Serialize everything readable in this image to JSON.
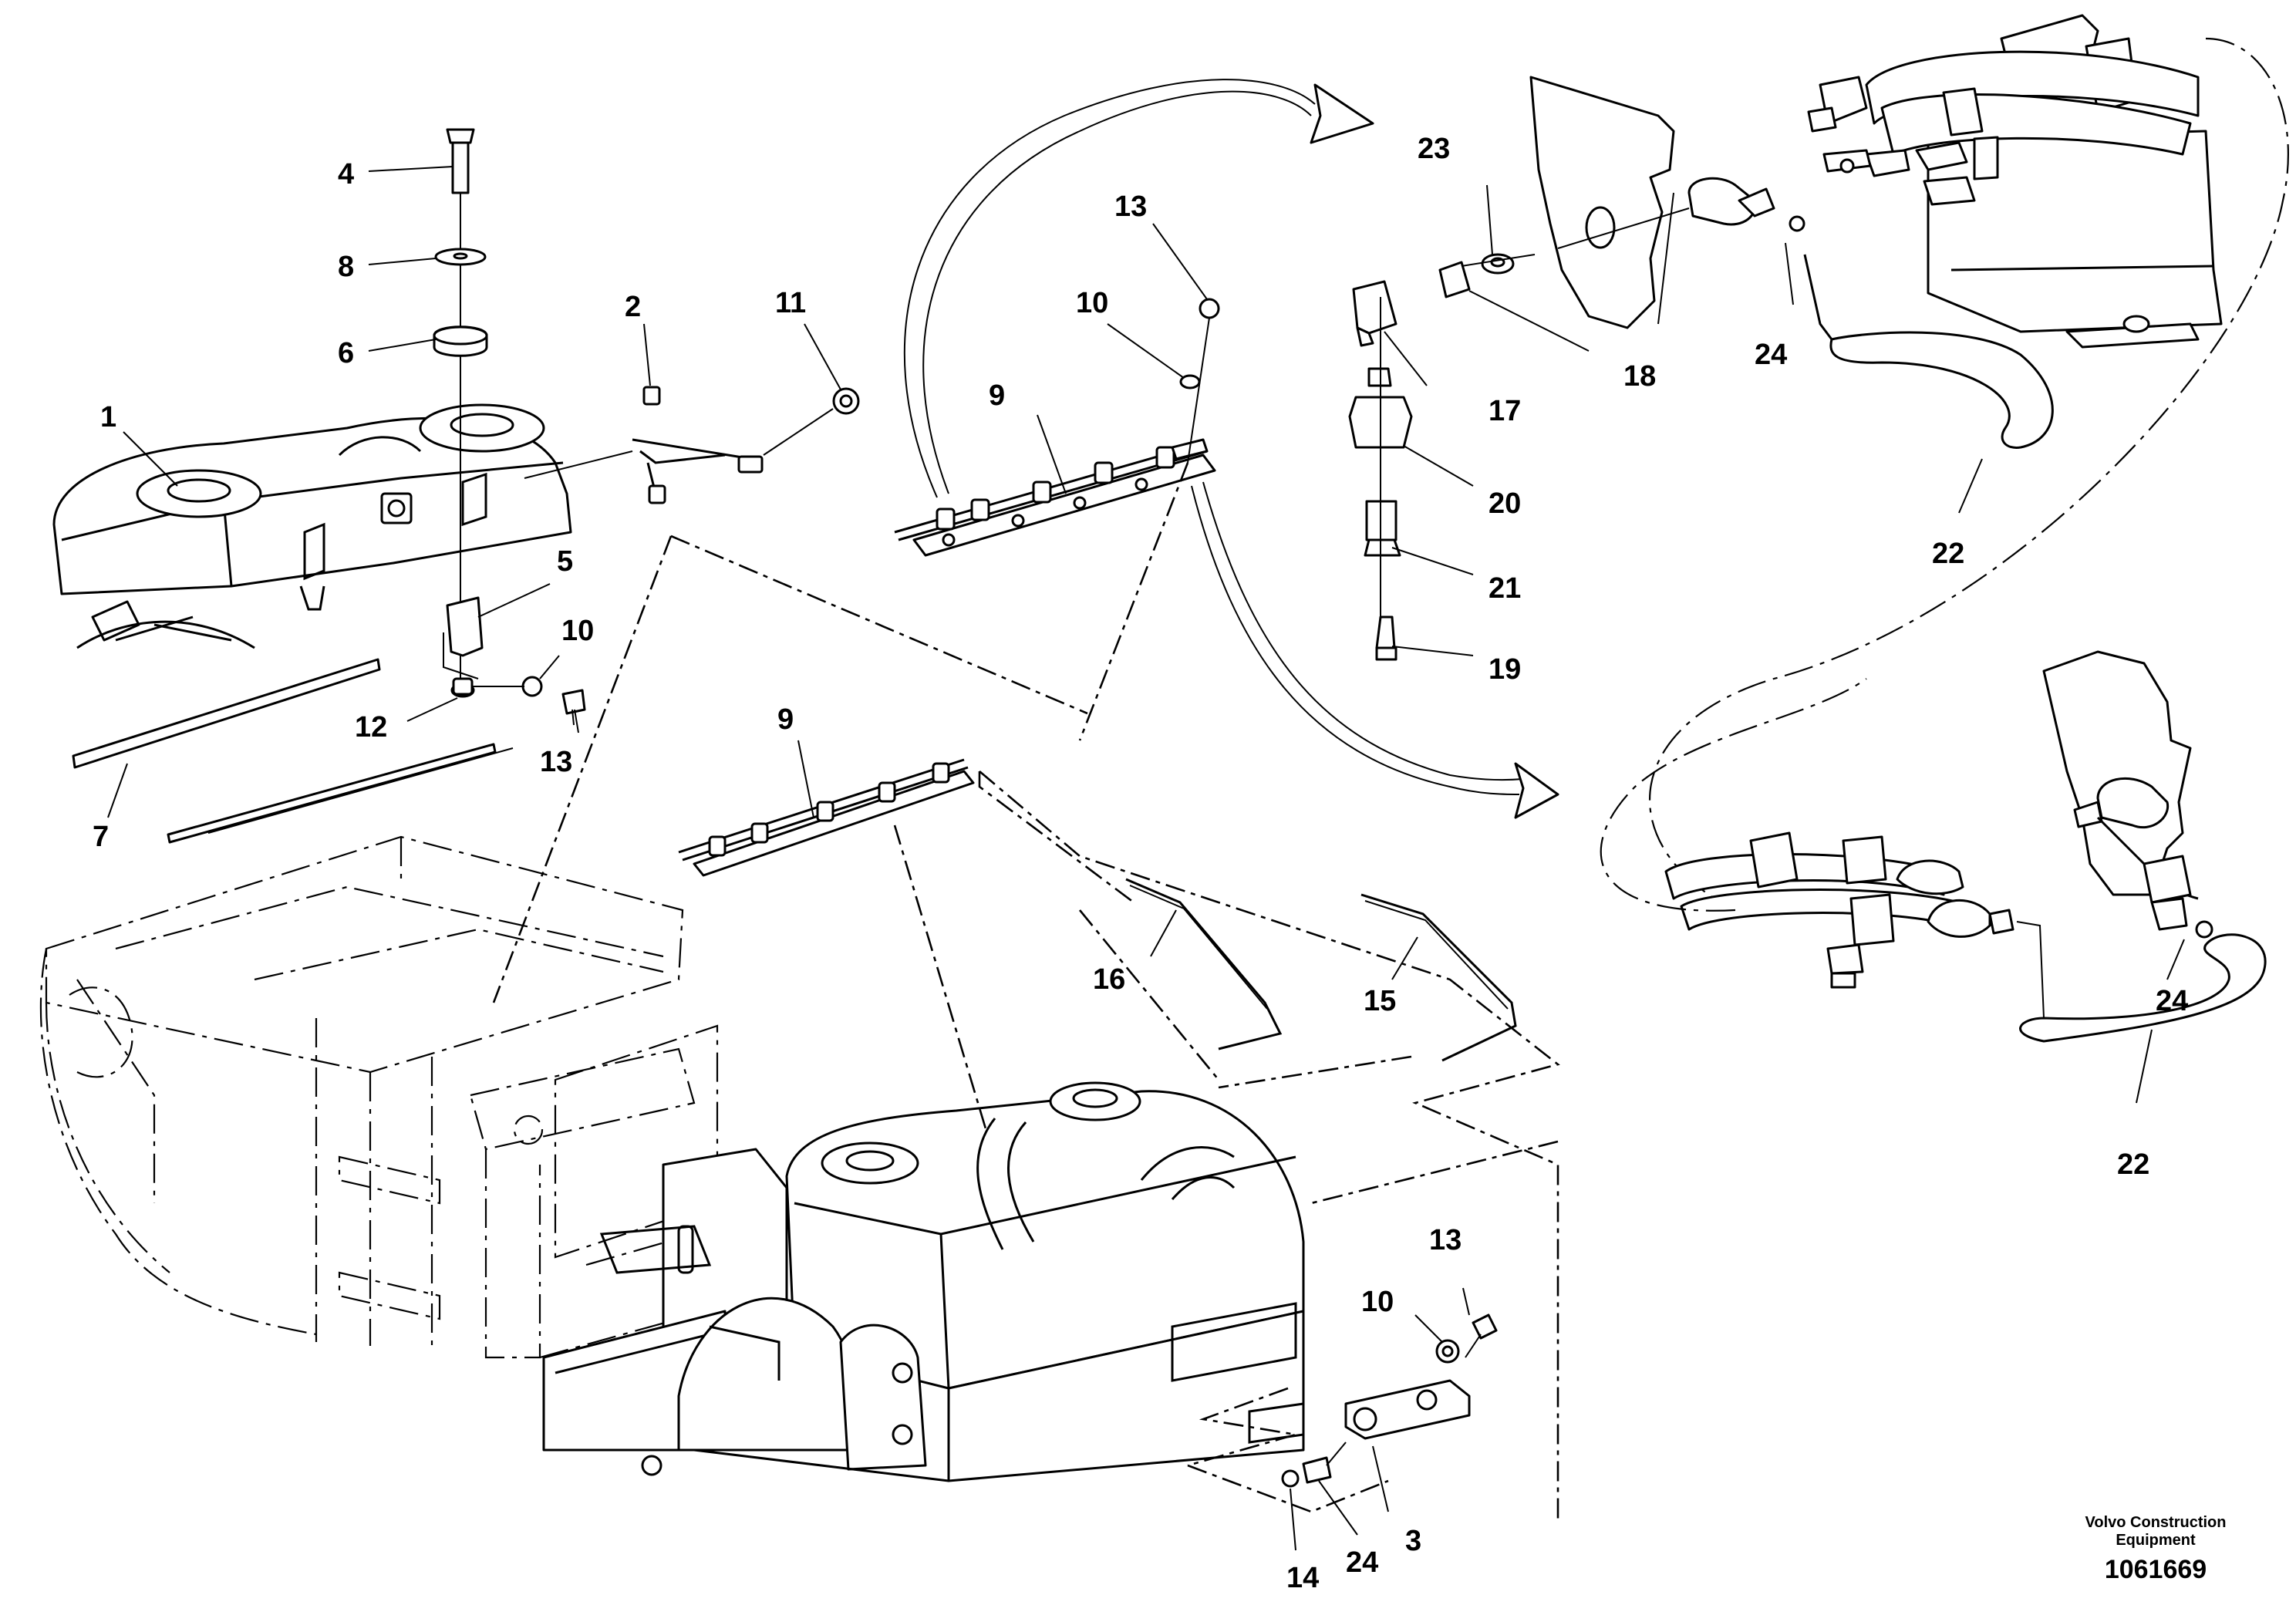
{
  "callouts": {
    "c1": "1",
    "c2": "2",
    "c3": "3",
    "c4": "4",
    "c5": "5",
    "c6": "6",
    "c7": "7",
    "c8": "8",
    "c9a": "9",
    "c9b": "9",
    "c10a": "10",
    "c10b": "10",
    "c10c": "10",
    "c11": "11",
    "c12": "12",
    "c13a": "13",
    "c13b": "13",
    "c13c": "13",
    "c14": "14",
    "c15": "15",
    "c16": "16",
    "c17": "17",
    "c18": "18",
    "c19": "19",
    "c20": "20",
    "c21": "21",
    "c22a": "22",
    "c22b": "22",
    "c23": "23",
    "c24a": "24",
    "c24b": "24",
    "c24c": "24"
  },
  "footer": {
    "brand_line1": "Volvo Construction",
    "brand_line2": "Equipment",
    "drawing_number": "1061669"
  }
}
